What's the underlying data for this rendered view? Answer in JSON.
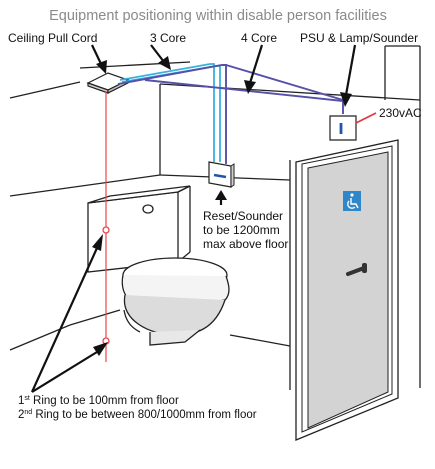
{
  "title": "Equipment positioning within disable person facilities",
  "labels": {
    "ceiling_pull_cord": "Ceiling Pull Cord",
    "three_core": "3 Core",
    "four_core": "4 Core",
    "psu_lamp_sounder": "PSU & Lamp/Sounder",
    "voltage": "230vAC",
    "reset_sounder": [
      "Reset/Sounder",
      "to be 1200mm",
      "max above floor"
    ],
    "ring1": {
      "num": "1",
      "sup": "st",
      "text": " Ring to be 100mm from floor"
    },
    "ring2": {
      "num": "2",
      "sup": "nd",
      "text": " Ring to be between 800/1000mm from floor"
    }
  },
  "colors": {
    "three_core_cable": "#39b1e0",
    "four_core_cable": "#5650a8",
    "pull_cord": "#e8454a",
    "voltage_line": "#e03a3a",
    "door": "#d3d3d3",
    "accessibility_sign": "#2f86c9"
  },
  "icons": {
    "accessibility_sign": "wheelchair-icon"
  }
}
